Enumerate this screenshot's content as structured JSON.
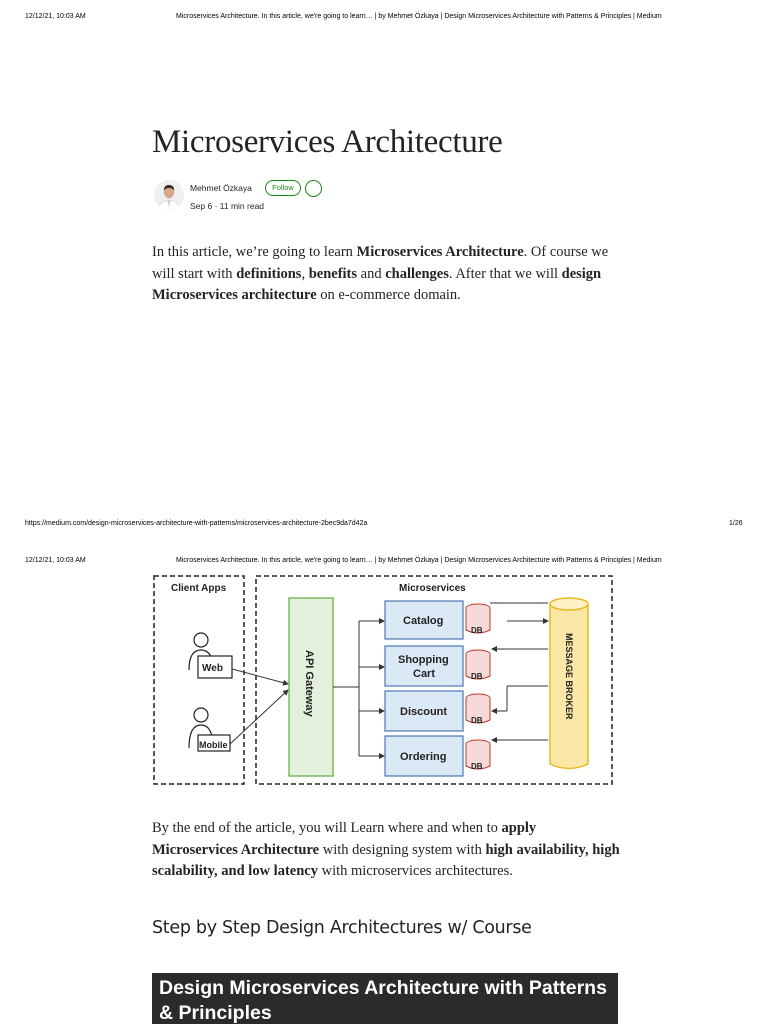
{
  "print_header": {
    "datetime": "12/12/21, 10:03 AM",
    "doc_title": "Microservices Architecture. In this article, we're going to learn… | by Mehmet Özkaya | Design Microservices Architecture with Patterns & Principles | Medium"
  },
  "print_footer": {
    "url": "https://medium.com/design-microservices-architecture-with-patterns/microservices-architecture-2bec9da7d42a",
    "page": "1/26"
  },
  "article": {
    "title": "Microservices Architecture",
    "author": "Mehmet Özkaya",
    "follow_label": "Follow",
    "meta": "Sep 6 · 11 min read",
    "intro": {
      "t1": "In this article, we’re going to learn ",
      "b1": "Microservices Architecture",
      "t2": ". Of course we will start with ",
      "b2": "definitions",
      "t3": ", ",
      "b3": "benefits",
      "t4": " and ",
      "b4": "challenges",
      "t5": ". After that we will ",
      "b5": "design Microservices architecture",
      "t6": " on e-commerce domain."
    },
    "outro": {
      "t1": "By the end of the article, you will Learn where and when to ",
      "b1": "apply Microservices Architecture",
      "t2": " with designing system with ",
      "b2": "high availability, high scalability, and low latency",
      "t3": " with microservices architectures."
    },
    "section_heading": "Step by Step Design Architectures w/ Course",
    "banner_text": "Design Microservices Architecture with Patterns & Principles"
  },
  "diagram": {
    "client_apps_label": "Client Apps",
    "microservices_label": "Microservices",
    "web_label": "Web",
    "mobile_label": "Mobile",
    "gateway_label": "API Gateway",
    "broker_label": "MESSAGE BROKER",
    "db_label": "DB",
    "services": [
      "Catalog",
      "Shopping",
      "Cart",
      "Discount",
      "Ordering"
    ],
    "colors": {
      "service_fill": "#dbe8f6",
      "service_stroke": "#4a7ab5",
      "gateway_fill": "#e3f1dc",
      "gateway_stroke": "#6ab04c",
      "broker_fill": "#fbe8a6",
      "broker_stroke": "#e8b923",
      "db_stroke": "#c0392b",
      "db_fill": "#f6dada"
    }
  }
}
